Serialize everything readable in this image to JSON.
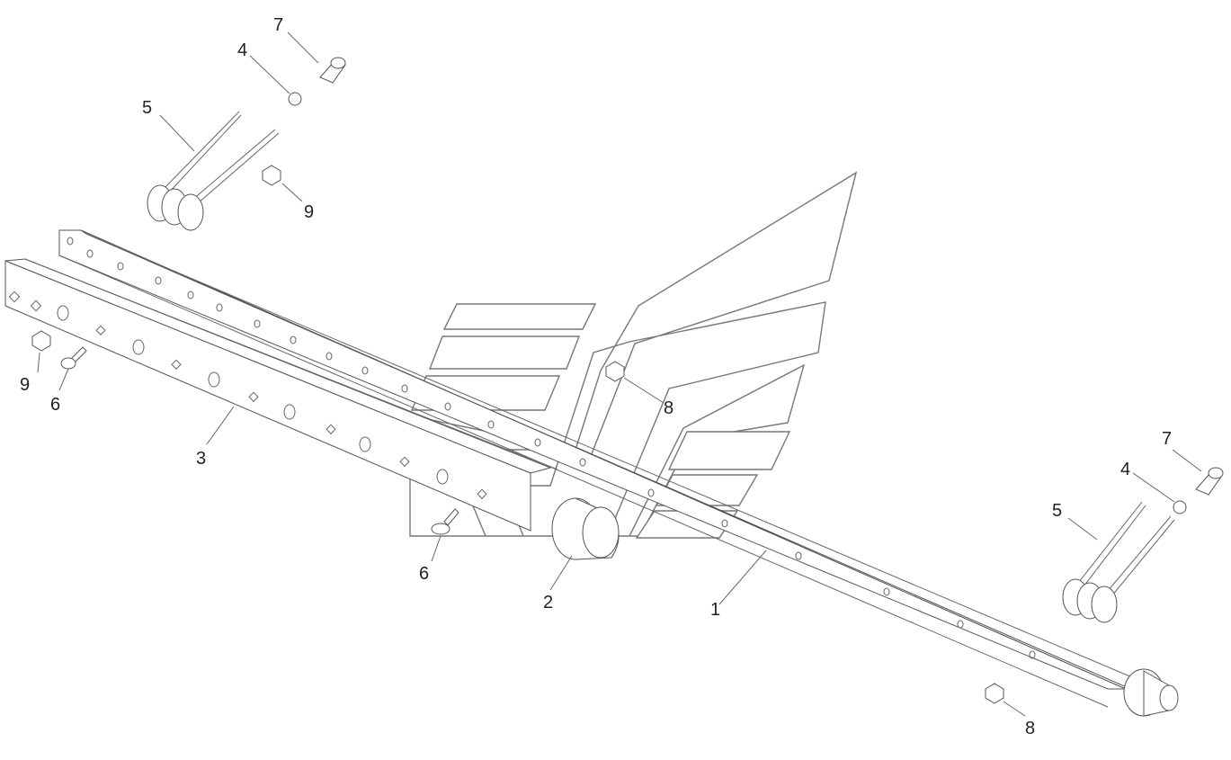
{
  "diagram": {
    "callouts": [
      {
        "id": "c1",
        "label": "1"
      },
      {
        "id": "c2",
        "label": "2"
      },
      {
        "id": "c3",
        "label": "3"
      },
      {
        "id": "c4a",
        "label": "4"
      },
      {
        "id": "c4b",
        "label": "4"
      },
      {
        "id": "c5a",
        "label": "5"
      },
      {
        "id": "c5b",
        "label": "5"
      },
      {
        "id": "c6a",
        "label": "6"
      },
      {
        "id": "c6b",
        "label": "6"
      },
      {
        "id": "c7a",
        "label": "7"
      },
      {
        "id": "c7b",
        "label": "7"
      },
      {
        "id": "c8a",
        "label": "8"
      },
      {
        "id": "c8b",
        "label": "8"
      },
      {
        "id": "c9a",
        "label": "9"
      },
      {
        "id": "c9b",
        "label": "9"
      }
    ]
  }
}
